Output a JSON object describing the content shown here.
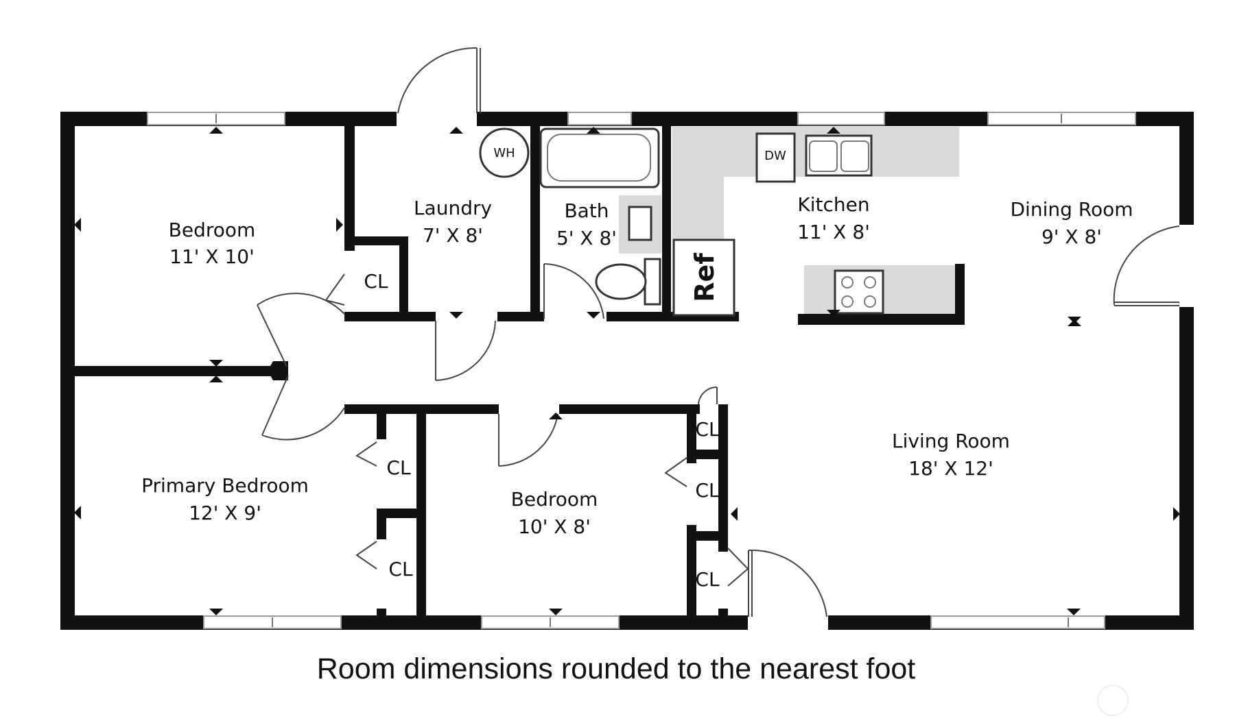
{
  "rooms": {
    "bedroom_1": {
      "name": "Bedroom",
      "dims": "11' X 10'"
    },
    "laundry": {
      "name": "Laundry",
      "dims": "7' X 8'"
    },
    "bath": {
      "name": "Bath",
      "dims": "5' X 8'"
    },
    "kitchen": {
      "name": "Kitchen",
      "dims": "11' X 8'"
    },
    "dining": {
      "name": "Dining Room",
      "dims": "9' X 8'"
    },
    "living": {
      "name": "Living Room",
      "dims": "18' X 12'"
    },
    "primary": {
      "name": "Primary Bedroom",
      "dims": "12' X 9'"
    },
    "bedroom_2": {
      "name": "Bedroom",
      "dims": "10' X 8'"
    }
  },
  "closet_label": "CL",
  "fixtures": {
    "water_heater": "WH",
    "dishwasher": "DW",
    "refrigerator": "Ref"
  },
  "caption": "Room dimensions rounded to the nearest foot"
}
